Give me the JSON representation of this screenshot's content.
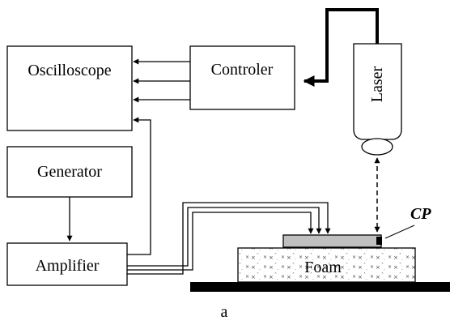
{
  "blocks": {
    "oscilloscope": "Oscilloscope",
    "controller": "Controler",
    "laser": "Laser",
    "generator": "Generator",
    "amplifier": "Amplifier",
    "foam": "Foam"
  },
  "labels": {
    "cp": "CP",
    "caption": "a"
  },
  "colors": {
    "line": "#000000",
    "plate": "#c0c0c0",
    "background": "#ffffff"
  }
}
